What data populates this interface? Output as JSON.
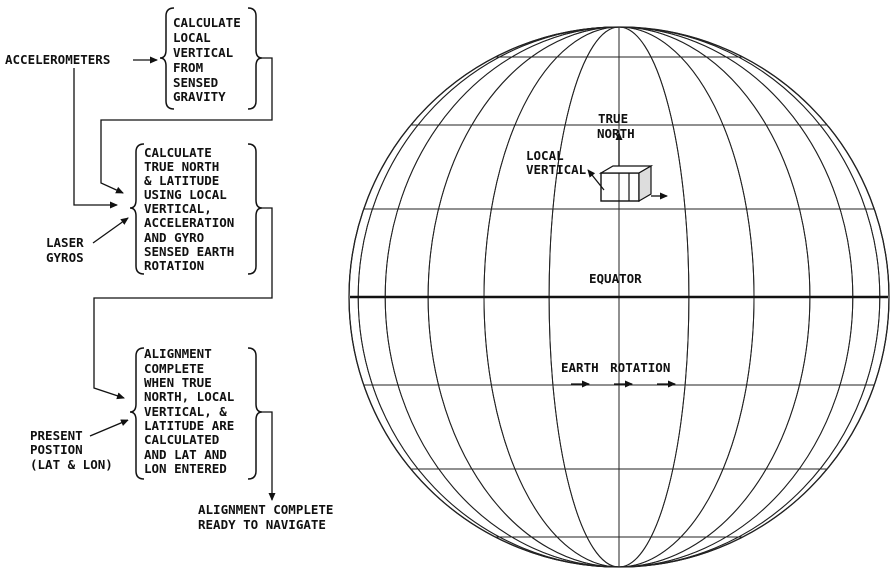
{
  "flow": {
    "accelerometers": "ACCELEROMETERS",
    "box1": [
      "CALCULATE",
      "LOCAL",
      "VERTICAL",
      "FROM",
      "SENSED",
      "GRAVITY"
    ],
    "box2": [
      "CALCULATE",
      "TRUE NORTH",
      "& LATITUDE",
      "USING LOCAL",
      "VERTICAL,",
      "ACCELERATION",
      "AND GYRO",
      "SENSED EARTH",
      "ROTATION"
    ],
    "laser_gyros": [
      "LASER",
      "GYROS"
    ],
    "box3": [
      "ALIGNMENT",
      "COMPLETE",
      "WHEN TRUE",
      "NORTH, LOCAL",
      "VERTICAL, &",
      "LATITUDE ARE",
      "CALCULATED",
      "AND LAT AND",
      "LON ENTERED"
    ],
    "present_position": [
      "PRESENT",
      "POSTION",
      "(LAT & LON)"
    ],
    "result": [
      "ALIGNMENT COMPLETE",
      "READY TO NAVIGATE"
    ]
  },
  "globe": {
    "true_north": [
      "TRUE",
      "NORTH"
    ],
    "local_vertical": [
      "LOCAL",
      "VERTICAL"
    ],
    "equator": "EQUATOR",
    "earth_rotation": "EARTH ROTATION"
  }
}
